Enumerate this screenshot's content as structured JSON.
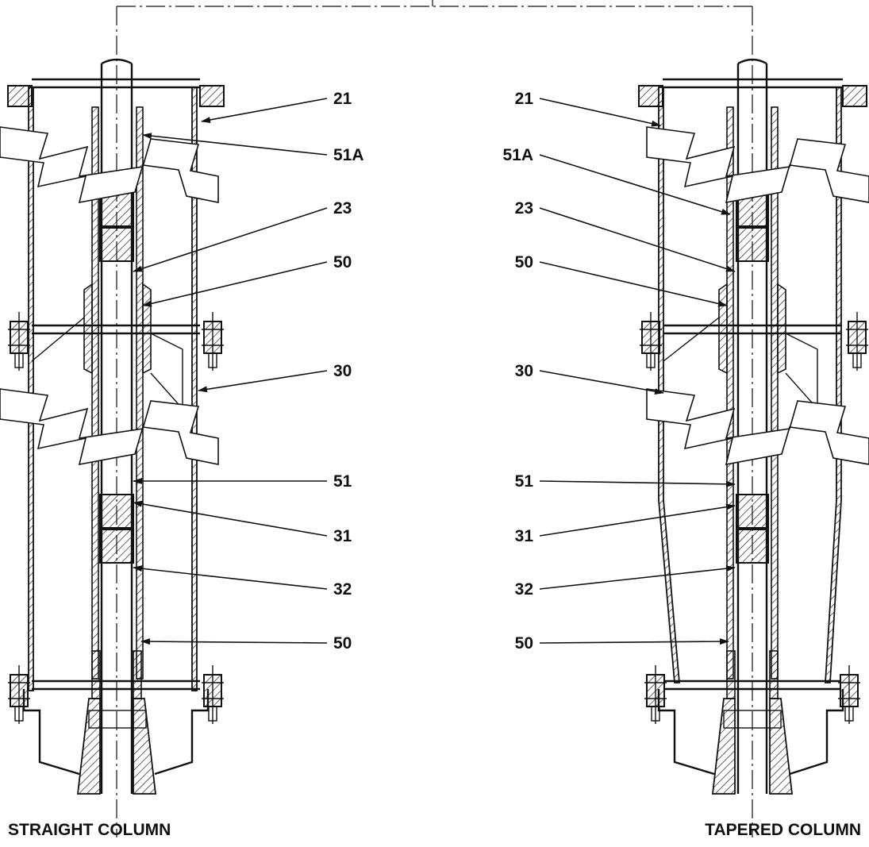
{
  "figure": {
    "captions": {
      "left": "STRAIGHT COLUMN",
      "right": "TAPERED COLUMN"
    },
    "callouts_left": [
      "21",
      "51A",
      "23",
      "50",
      "30",
      "51",
      "31",
      "32",
      "50"
    ],
    "callouts_right": [
      "21",
      "51A",
      "23",
      "50",
      "30",
      "51",
      "31",
      "32",
      "50"
    ],
    "colors": {
      "ink": "#111111",
      "paper": "#ffffff"
    }
  }
}
